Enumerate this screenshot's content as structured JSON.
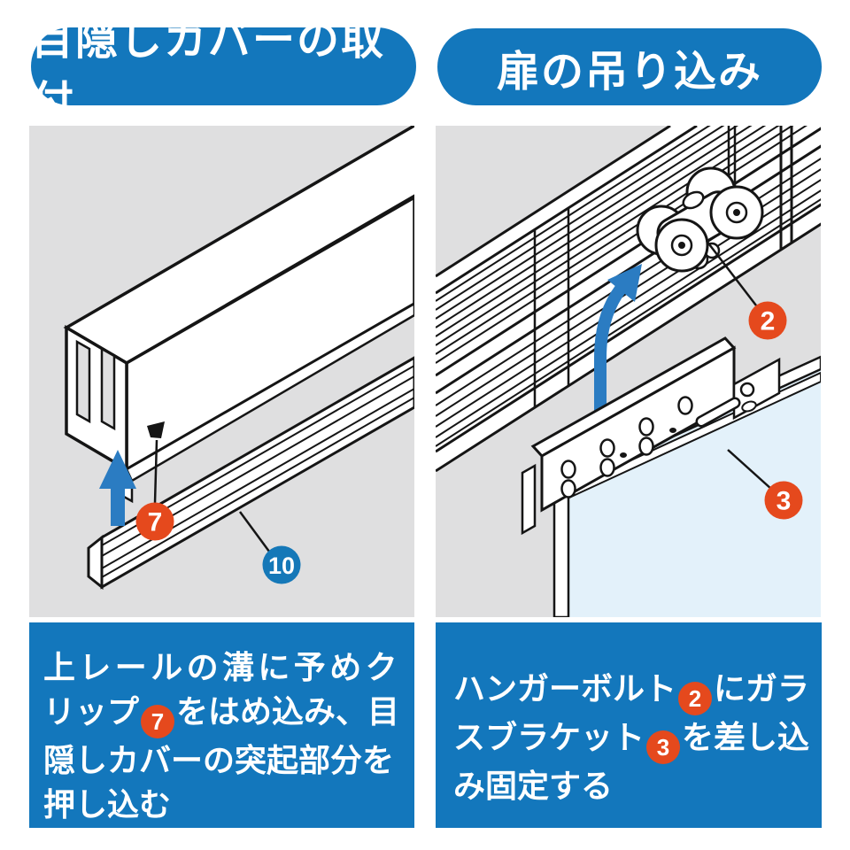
{
  "colors": {
    "accent-blue": "#1377bc",
    "badge-red": "#e5491d",
    "badge-blue": "#1578b8",
    "arrow-blue": "#2b7cc2",
    "panel-gray": "#dfdfe0",
    "glass-blue": "#e3f1fa",
    "line-black": "#151515",
    "text-white": "#ffffff"
  },
  "panels": [
    {
      "id": "cover-install",
      "header": "目隠しカバーの取付",
      "illustration": {
        "badges": [
          {
            "label": "7",
            "part": "clip",
            "color": "red"
          },
          {
            "label": "10",
            "part": "blind-cover",
            "color": "blue"
          }
        ]
      },
      "caption_text": "上レールの溝に予めクリップ7をはめ込み、目隠しカバーの突起部分を押し込む",
      "caption_lines": [
        {
          "spread": true,
          "segments": [
            {
              "t": "上レールの溝に予めク"
            }
          ]
        },
        {
          "segments": [
            {
              "t": "リップ"
            },
            {
              "b": "7"
            },
            {
              "t": "をはめ込み、目"
            }
          ]
        },
        {
          "segments": [
            {
              "t": "隠しカバーの突起部分を"
            }
          ]
        },
        {
          "segments": [
            {
              "t": "押し込む"
            }
          ]
        }
      ]
    },
    {
      "id": "door-hang",
      "header": "扉の吊り込み",
      "illustration": {
        "badges": [
          {
            "label": "2",
            "part": "hanger-bolt",
            "color": "red"
          },
          {
            "label": "3",
            "part": "glass-bracket",
            "color": "red"
          }
        ]
      },
      "caption_text": "ハンガーボルト2にガラスブラケット3を差し込み固定する",
      "caption_lines": [
        {
          "segments": [
            {
              "t": "ハンガーボルト"
            },
            {
              "b": "2"
            },
            {
              "t": "にガラ"
            }
          ]
        },
        {
          "segments": [
            {
              "t": "スブラケット"
            },
            {
              "b": "3"
            },
            {
              "t": "を差し込"
            }
          ]
        },
        {
          "segments": [
            {
              "t": "み固定する"
            }
          ]
        }
      ]
    }
  ]
}
